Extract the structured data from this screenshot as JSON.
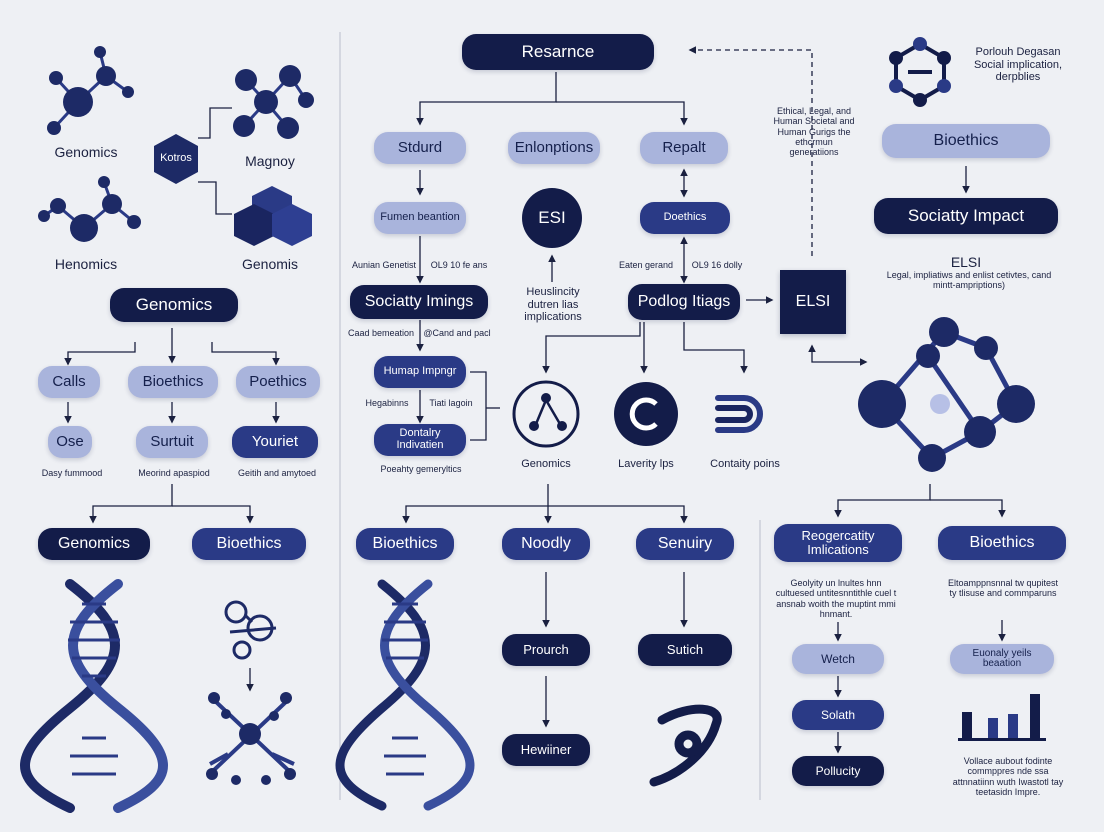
{
  "colors": {
    "navy": "#131c49",
    "blue": "#2a3a86",
    "light": "#a9b4dc",
    "background": "#eef0f4"
  },
  "icons": [
    "molecule-icon",
    "hexagon-icon",
    "cube-cluster-icon",
    "dna-helix-icon",
    "network-icon",
    "pie-icon",
    "layers-icon",
    "bar-chart-icon",
    "triad-icon"
  ],
  "left": {
    "mol_labels": [
      "Genomics",
      "Magnoy",
      "Henomics",
      "Genomis"
    ],
    "hex_label": "Kotros",
    "main": "Genomics",
    "row1": [
      "Calls",
      "Bioethics",
      "Poethics"
    ],
    "row2": [
      "Ose",
      "Surtuit",
      "Youriet"
    ],
    "notes": [
      "Dasy fummood",
      "Meorind apaspiod",
      "Geitih and amytoed"
    ],
    "bottom": [
      "Genomics",
      "Bioethics"
    ]
  },
  "middle": {
    "top": "Resarnce",
    "row1": [
      "Stdurd",
      "Enlonptions",
      "Repalt"
    ],
    "human": "Fumen beantion",
    "esi": "ESI",
    "doethics": "Doethics",
    "note_a": "Aunian Genetist",
    "note_b": "OL9 10 fe ans",
    "note_c": "Eaten gerand",
    "note_d": "OL9 16 dolly",
    "soc": "Sociatty Imings",
    "hum_note": "Heuslincity dutren lias implications",
    "podlog": "Podlog Itiags",
    "side_elsi": "ELSI",
    "note_e": "Caad bemeation",
    "note_f": "@Cand and pacl",
    "human_img": "Humap Impngr",
    "note_g": "Hegabinns",
    "note_h": "Tiati lagoin",
    "dontalry": "Dontalry Indivatien",
    "note_i": "Poeahty gemeryltics",
    "icon_labels": [
      "Genomics",
      "Laverity lps",
      "Contaity poins"
    ],
    "bottom": [
      "Bioethics",
      "Noodly",
      "Senuiry"
    ],
    "sub": [
      "Prourch",
      "Sutich",
      "Hewiiner"
    ]
  },
  "right": {
    "elsi_note": "Ethical, Legal, and Human Societal and Human Gurigs the ethcrmun generatiions",
    "corner_note": "Porlouh Degasan Social implication, derpblies",
    "bioethics": "Bioethics",
    "impact": "Sociatty Impact",
    "elsi_title": "ELSI",
    "elsi_desc": "Legal, impliatiws and enlist cetivtes, cand mintt-ampriptions)",
    "reog": "Reogercatity Imlications",
    "bio2": "Bioethics",
    "reog_note": "Geolyity un lnultes hnn cultuesed untitesnntithle cuel t ansnab woith the muptint mmi hnmant.",
    "bio_note": "Eltoamppnsnnal tw qupitest ty tlisuse and commparuns",
    "chain": [
      "Wetch",
      "Solath",
      "Pollucity"
    ],
    "euon": "Euonaly yeils beaation",
    "footer": "Vollace aubout fodinte commppres nde ssa attnnatiinn wuth Iwastotl tay teetasidn Impre."
  }
}
